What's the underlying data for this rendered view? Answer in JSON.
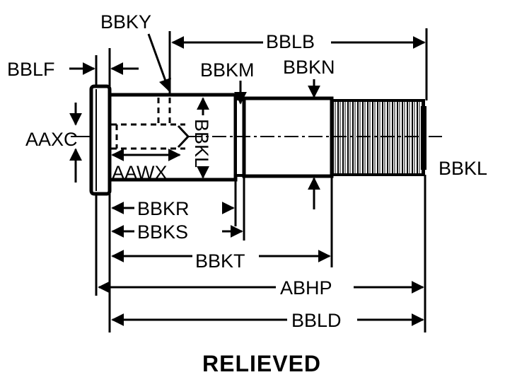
{
  "title": "RELIEVED",
  "labels": {
    "bbky": "BBKY",
    "bblb": "BBLB",
    "bblf": "BBLF",
    "bbkm": "BBKM",
    "bbkn": "BBKN",
    "aaxc": "AAXC",
    "bbkl_vertical": "BBKL",
    "aawx": "AAWX",
    "bbkl_right": "BBKL",
    "bbkr": "BBKR",
    "bbks": "BBKS",
    "bbkt": "BBKT",
    "abhp": "ABHP",
    "bbld": "BBLD"
  },
  "colors": {
    "ink": "#000000",
    "paper": "#ffffff"
  }
}
